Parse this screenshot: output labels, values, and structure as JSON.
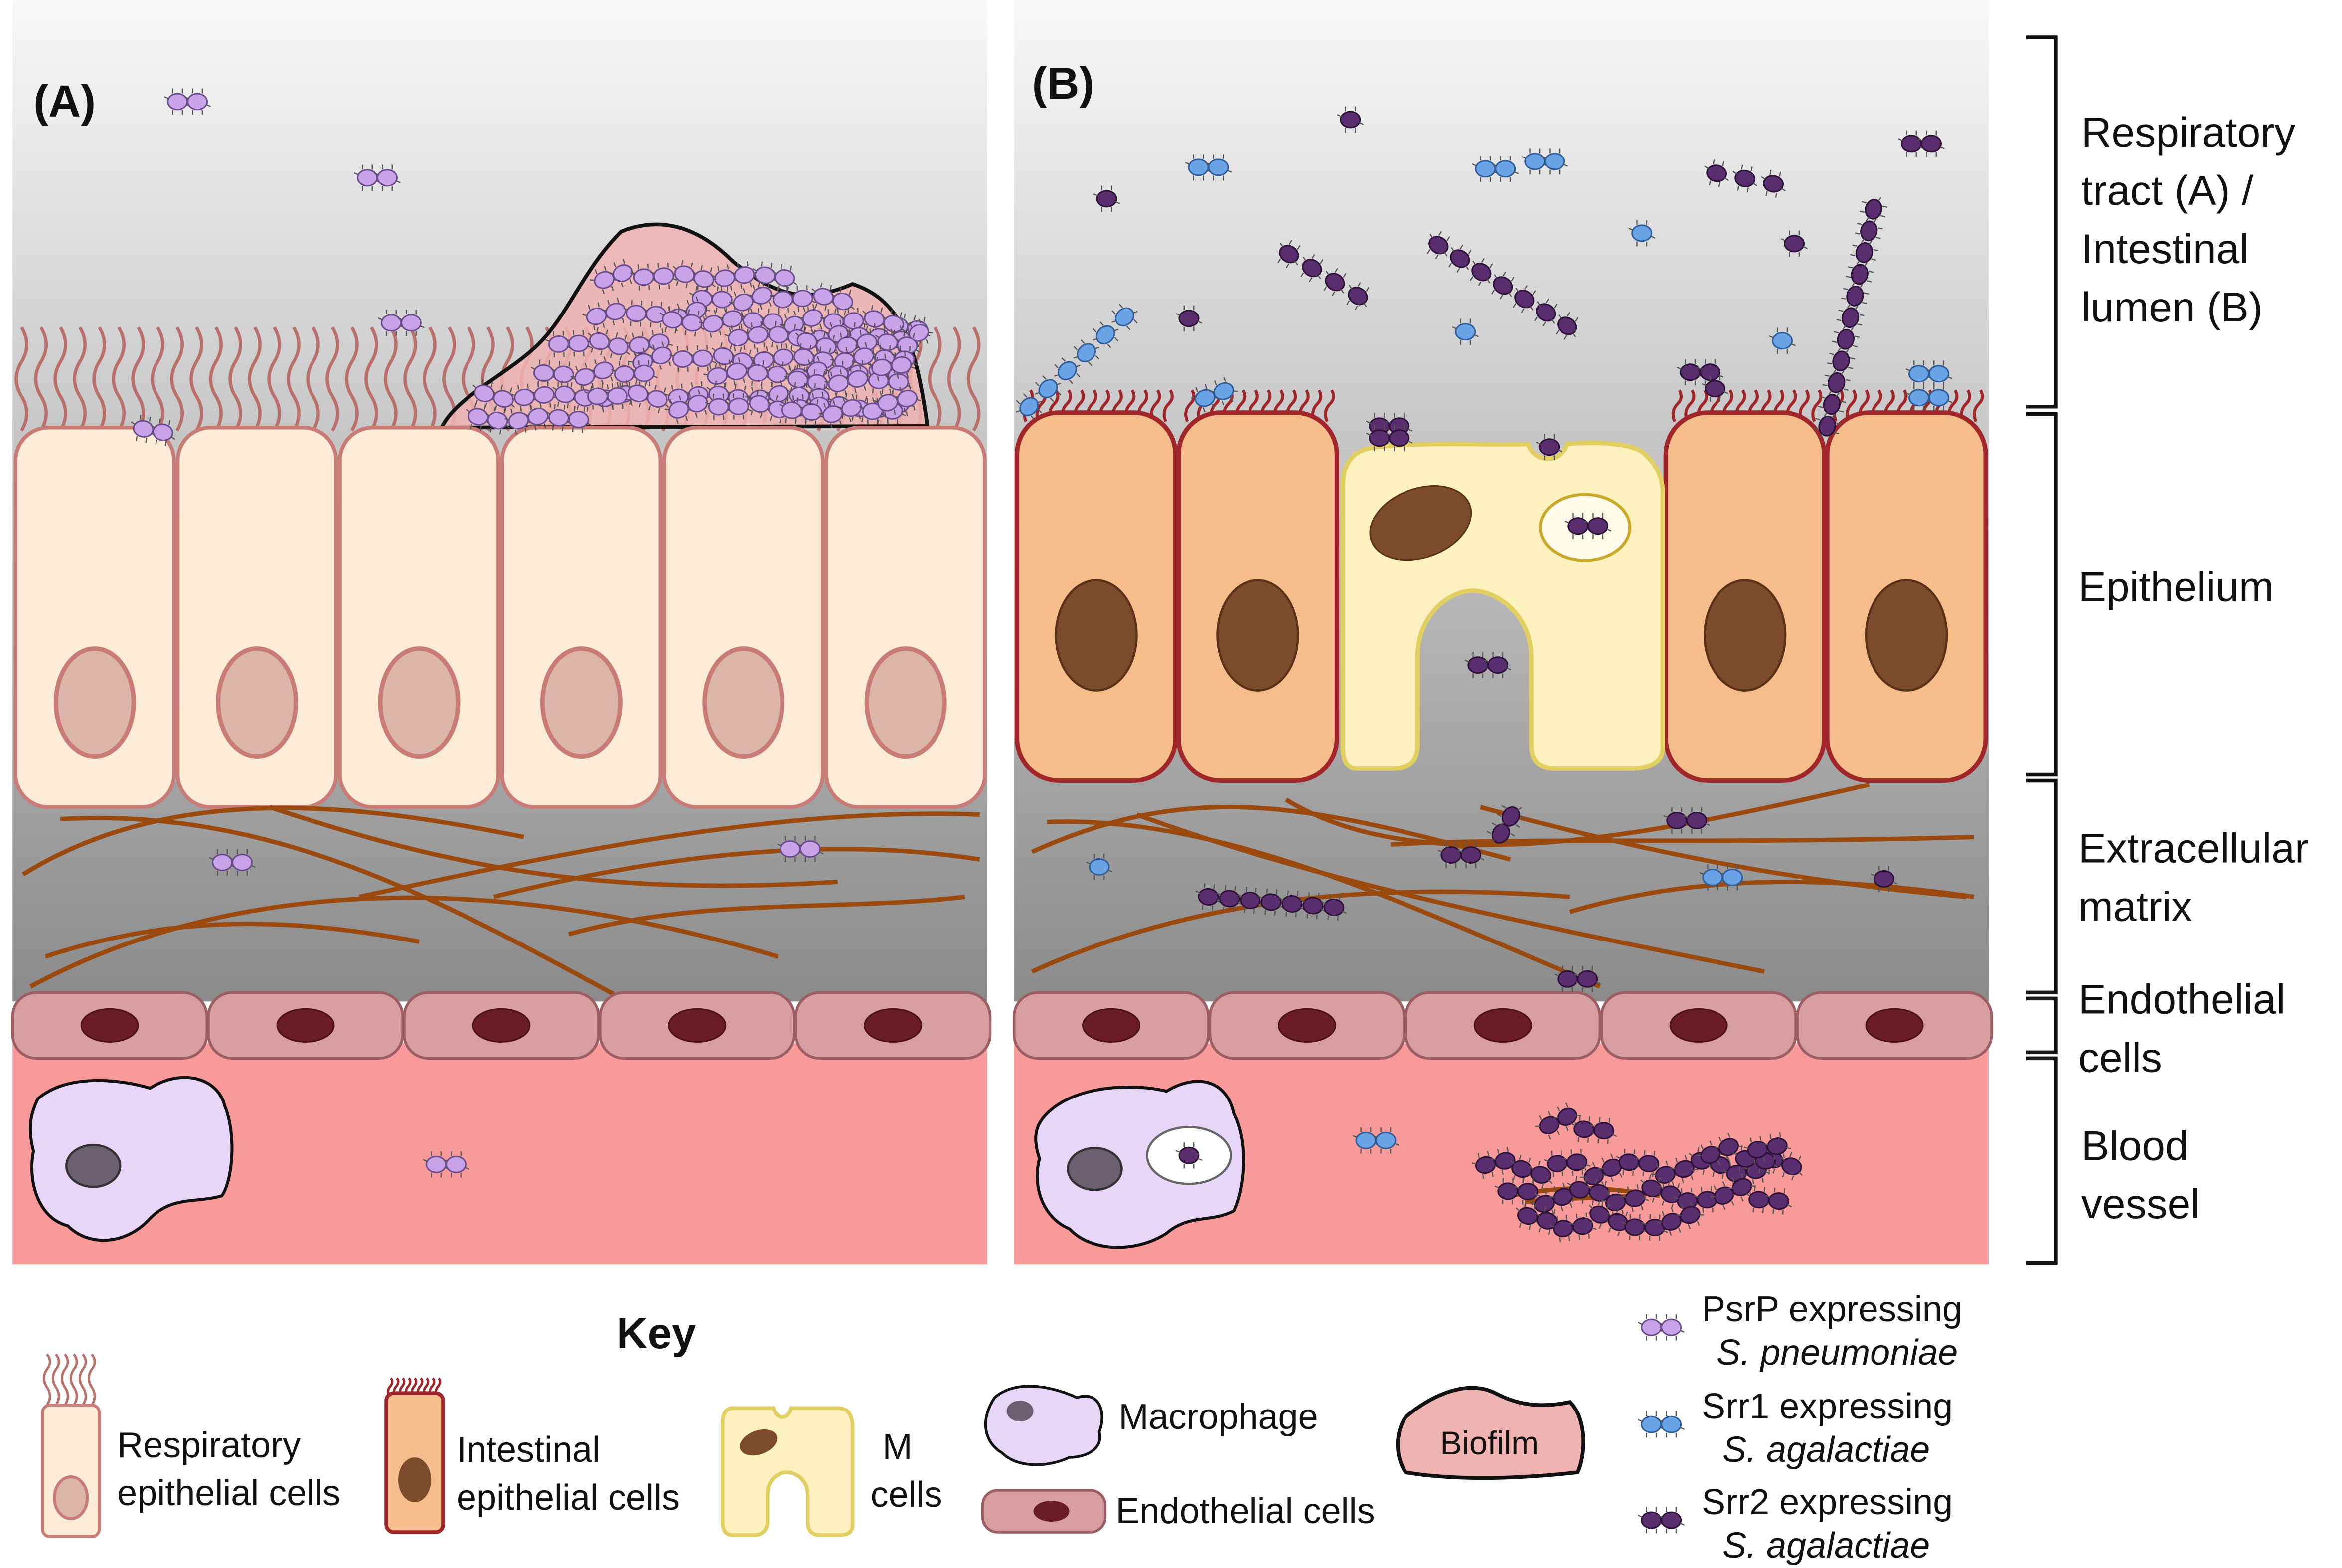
{
  "panels": {
    "a_label": "(A)",
    "b_label": "(B)"
  },
  "side_labels": {
    "lumen": [
      "Respiratory",
      "tract (A) /",
      "Intestinal",
      "lumen (B)"
    ],
    "epithelium": [
      "Epithelium"
    ],
    "ecm": [
      "Extracellular",
      "matrix"
    ],
    "endothelial": [
      "Endothelial",
      "cells"
    ],
    "blood_vessel": [
      "Blood",
      "vessel"
    ]
  },
  "key": {
    "title": "Key",
    "respiratory": [
      "Respiratory",
      "epithelial cells"
    ],
    "intestinal": [
      "Intestinal",
      "epithelial cells"
    ],
    "m_cells": [
      "M",
      "cells"
    ],
    "macrophage": "Macrophage",
    "endothelial": "Endothelial cells",
    "biofilm": "Biofilm",
    "psrp": [
      "PsrP expressing",
      "S. pneumoniae"
    ],
    "srr1": [
      "Srr1 expressing",
      "S. agalactiae"
    ],
    "srr2": [
      "Srr2 expressing",
      "S. agalactiae"
    ]
  },
  "colors": {
    "psrp_bacteria": "#c9a3e8",
    "srr1_bacteria": "#6aa4e6",
    "srr2_bacteria": "#5a2d6e",
    "respiratory_cell": "#fbebd7",
    "intestinal_cell": "#f6bd8c",
    "m_cell": "#fdf1bf",
    "macrophage": "#e7d6f7",
    "endothelial": "#d79ea2",
    "biofilm": "#efb3b1",
    "blood": "#f89a9a",
    "collagen": "#9a4a0e"
  },
  "icons": [
    "cilia-icon",
    "microvilli-icon",
    "nucleus-icon",
    "bacterium-icon",
    "collagen-fiber-icon"
  ]
}
